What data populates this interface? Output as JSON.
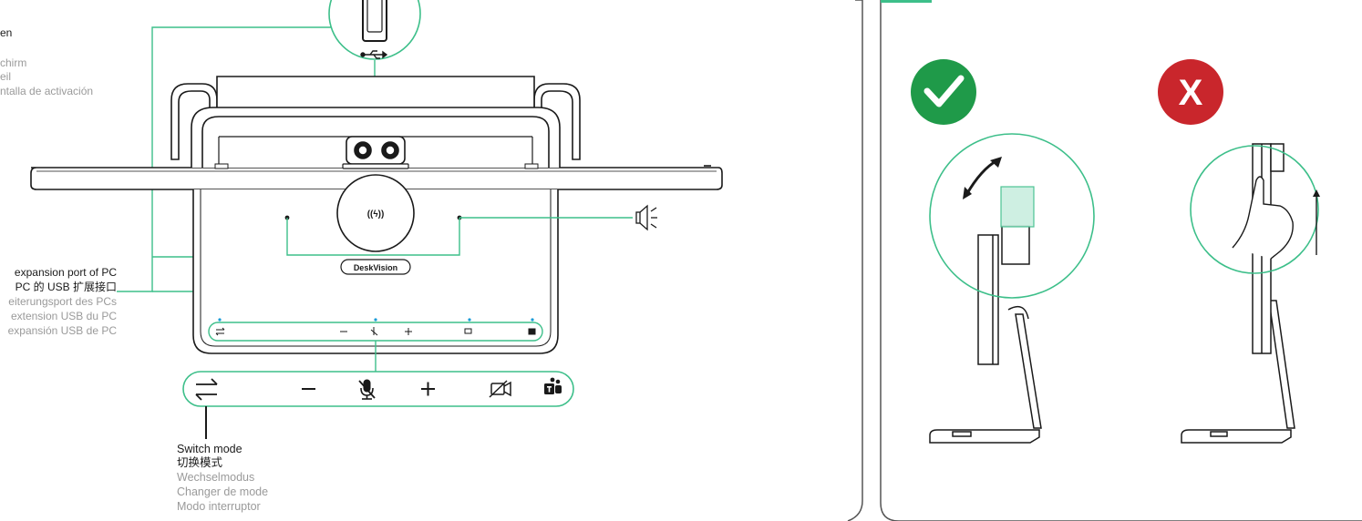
{
  "colors": {
    "line": "#1a1a1a",
    "accent_green": "#3dbf8a",
    "ok_green": "#1f9a49",
    "error_red": "#c9262c",
    "gray_text": "#9a9a9a",
    "body_text": "#1a1a1a"
  },
  "icons": {
    "usb_port": "usb-icon",
    "speaker": "speaker-icon",
    "switch_mode": "switch-mode-icon",
    "volume_down": "minus-icon",
    "mic_mute": "mic-mute-icon",
    "volume_up": "plus-icon",
    "camera_off": "camera-off-icon",
    "teams": "teams-icon",
    "wireless_charging": "wireless-charging-icon",
    "correct": "check-icon",
    "incorrect": "x-icon"
  },
  "left_labels": {
    "top_fragment": [
      "en",
      "chirm",
      "eil",
      "ntalla de activación"
    ],
    "usb_expansion": [
      "expansion port of PC",
      "PC 的 USB 扩展接口",
      "eiterungsport des PCs",
      "extension USB du PC",
      "expansión USB de PC"
    ]
  },
  "device": {
    "brand_label": "DeskVision",
    "charging_symbol": "((ϟ))"
  },
  "switch_mode": {
    "lines": [
      "Switch mode",
      "切换模式",
      "Wechselmodus",
      "Changer de mode",
      "Modo interruptor"
    ]
  },
  "orientation_panel": {
    "correct_symbol": "✓",
    "incorrect_symbol": "X"
  }
}
